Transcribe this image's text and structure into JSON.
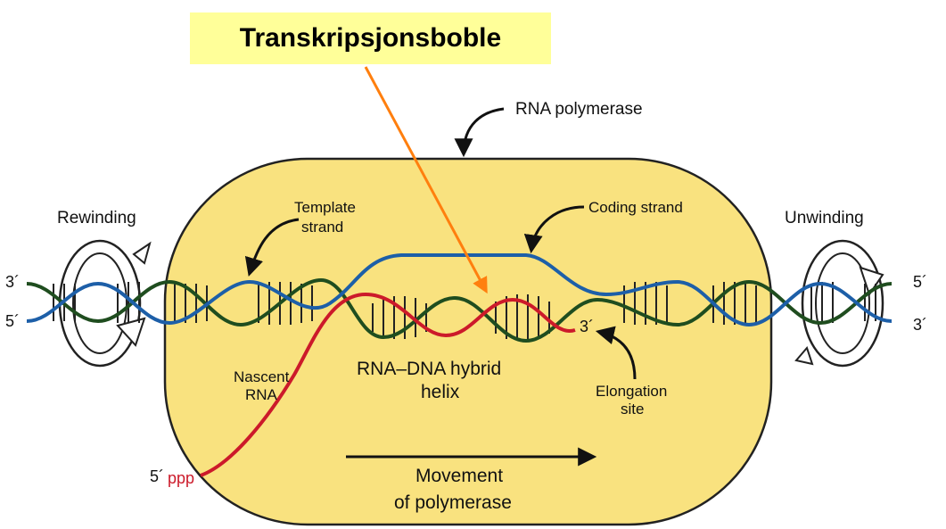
{
  "callout": {
    "title": "Transkripsjonsboble"
  },
  "labels": {
    "rna_polymerase": "RNA polymerase",
    "template_strand_1": "Template",
    "template_strand_2": "strand",
    "coding_strand": "Coding strand",
    "rewinding": "Rewinding",
    "unwinding": "Unwinding",
    "nascent_rna_1": "Nascent",
    "nascent_rna_2": "RNA",
    "hybrid_1": "RNA–DNA hybrid",
    "hybrid_2": "helix",
    "elongation_1": "Elongation",
    "elongation_2": "site",
    "movement_1": "Movement",
    "movement_2": "of polymerase",
    "ppp": "ppp"
  },
  "ends": {
    "left_top": "3´",
    "left_bottom": "5´",
    "right_top": "5´",
    "right_bottom": "3´",
    "rna_3prime": "3´",
    "rna_5prime": "5´"
  },
  "colors": {
    "callout_bg": "#ffff99",
    "callout_arrow": "#ff7f0e",
    "polymerase_fill": "#f9e27f",
    "coding_strand": "#1d5fa8",
    "template_strand": "#1f4d1f",
    "rna_strand": "#cc1a2a"
  }
}
